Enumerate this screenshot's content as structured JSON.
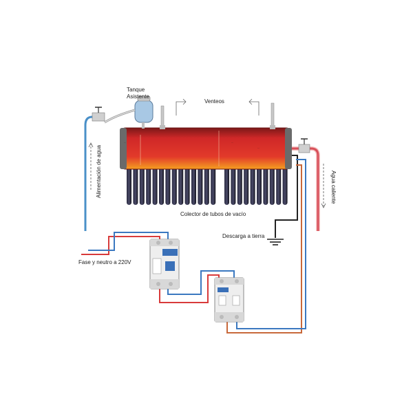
{
  "labels": {
    "tank_assistant": [
      "Tanque",
      "Asistente"
    ],
    "vents": "Venteos",
    "water_feed": "Alimentación de agua",
    "hot_water": "Agua caliente",
    "collector": "Colector de tubos de vacío",
    "ground": "Descarga a tierra",
    "power": "Fase y neutro a 220V"
  },
  "colors": {
    "cold_water": "#4a90c8",
    "hot_water": "#d8505a",
    "phase_wire": "#d83a3a",
    "neutral_wire": "#3a78c0",
    "ground_wire": "#222222",
    "tank_red": "#d8282a",
    "tube_dark": "#1e1e30"
  },
  "icons": [
    "valve-icon",
    "ground-symbol-icon",
    "breaker-icon"
  ]
}
